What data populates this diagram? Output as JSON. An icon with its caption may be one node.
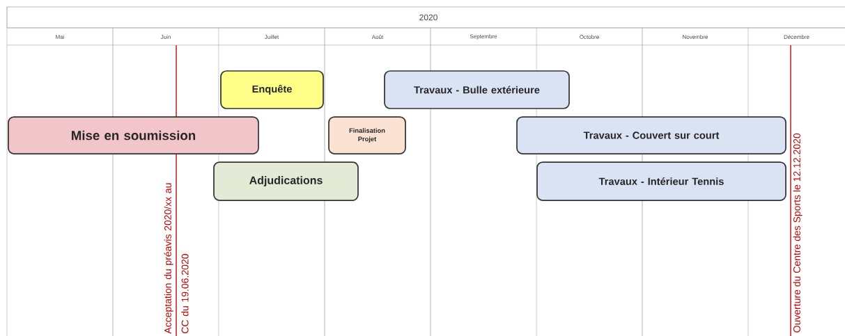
{
  "diagram": {
    "nodes": [
      {
        "text": [
          "Enquête"
        ]
      },
      {
        "text": [
          "Travaux - Bulle extérieure"
        ]
      },
      {
        "text": [
          "Mise en soumission"
        ]
      },
      {
        "text": [
          "Finalisation Projet"
        ]
      },
      {
        "text": [
          "Travaux - Couvert sur court"
        ]
      },
      {
        "text": [
          "Adjudications"
        ]
      },
      {
        "text": [
          "Travaux - Intérieur Tennis"
        ]
      }
    ],
    "edges": [],
    "labels": [
      "2020",
      "Mai",
      "Juin",
      "Juillet",
      "Août",
      "Septembre",
      "Octobre",
      "Novembre",
      "Décembre",
      "Acceptation du préavis 2020/xx au CC du 19.06.2020",
      "Ouverture du Centre des Sports le 12.12.2020"
    ]
  }
}
